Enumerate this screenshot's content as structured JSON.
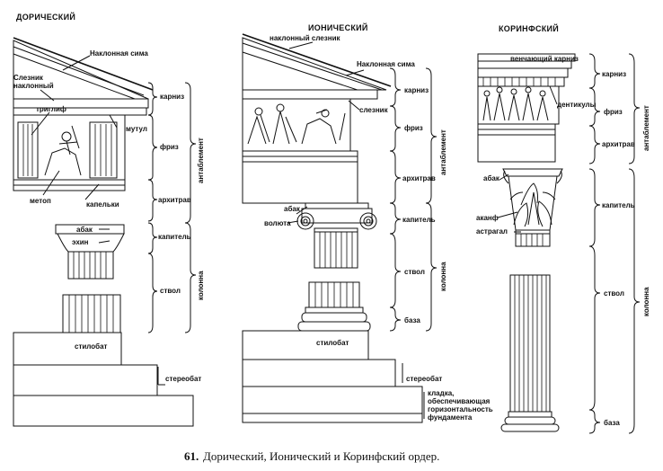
{
  "titles": {
    "doric": "ДОРИЧЕСКИЙ",
    "ionic": "ИОНИЧЕСКИЙ",
    "corinthian": "КОРИНФСКИЙ"
  },
  "doric": {
    "sima": "Наклонная сима",
    "slant_geison": "Слезник\nнаклонный",
    "triglyph": "триглиф",
    "mutule": "мутул",
    "metope": "метоп",
    "guttae": "капельки",
    "abacus": "абак",
    "echinus": "эхин",
    "cornice": "карниз",
    "frieze": "фриз",
    "architrave": "архитрав",
    "capital": "капитель",
    "shaft": "ствол",
    "entablature": "антаблемент",
    "column": "колонна",
    "stylobate": "стилобат",
    "stereobate": "стереобат"
  },
  "ionic": {
    "slant_geison": "наклонный слезник",
    "sima": "Наклонная сима",
    "geison": "слезник",
    "abacus": "абак",
    "volute": "волюта",
    "cornice": "карниз",
    "frieze": "фриз",
    "architrave": "архитрав",
    "capital": "капитель",
    "shaft": "ствол",
    "base": "база",
    "entablature": "антаблемент",
    "column": "колонна",
    "stylobate": "стилобат",
    "stereobate": "стереобат",
    "masonry": "кладка,\nобеспечивающая\nгоризонтальность\nфундамента"
  },
  "corinthian": {
    "crowning_cornice": "венчающий карниз",
    "dentils": "дентикулы",
    "abacus": "абак",
    "acanthus": "аканф",
    "astragal": "астрагал",
    "cornice": "карниз",
    "frieze": "фриз",
    "architrave": "архитрав",
    "capital": "капитель",
    "shaft": "ствол",
    "base": "база",
    "entablature": "антаблемент",
    "column": "колонна"
  },
  "caption": {
    "number": "61.",
    "text": "Дорический, Ионический и Коринфский ордер."
  }
}
